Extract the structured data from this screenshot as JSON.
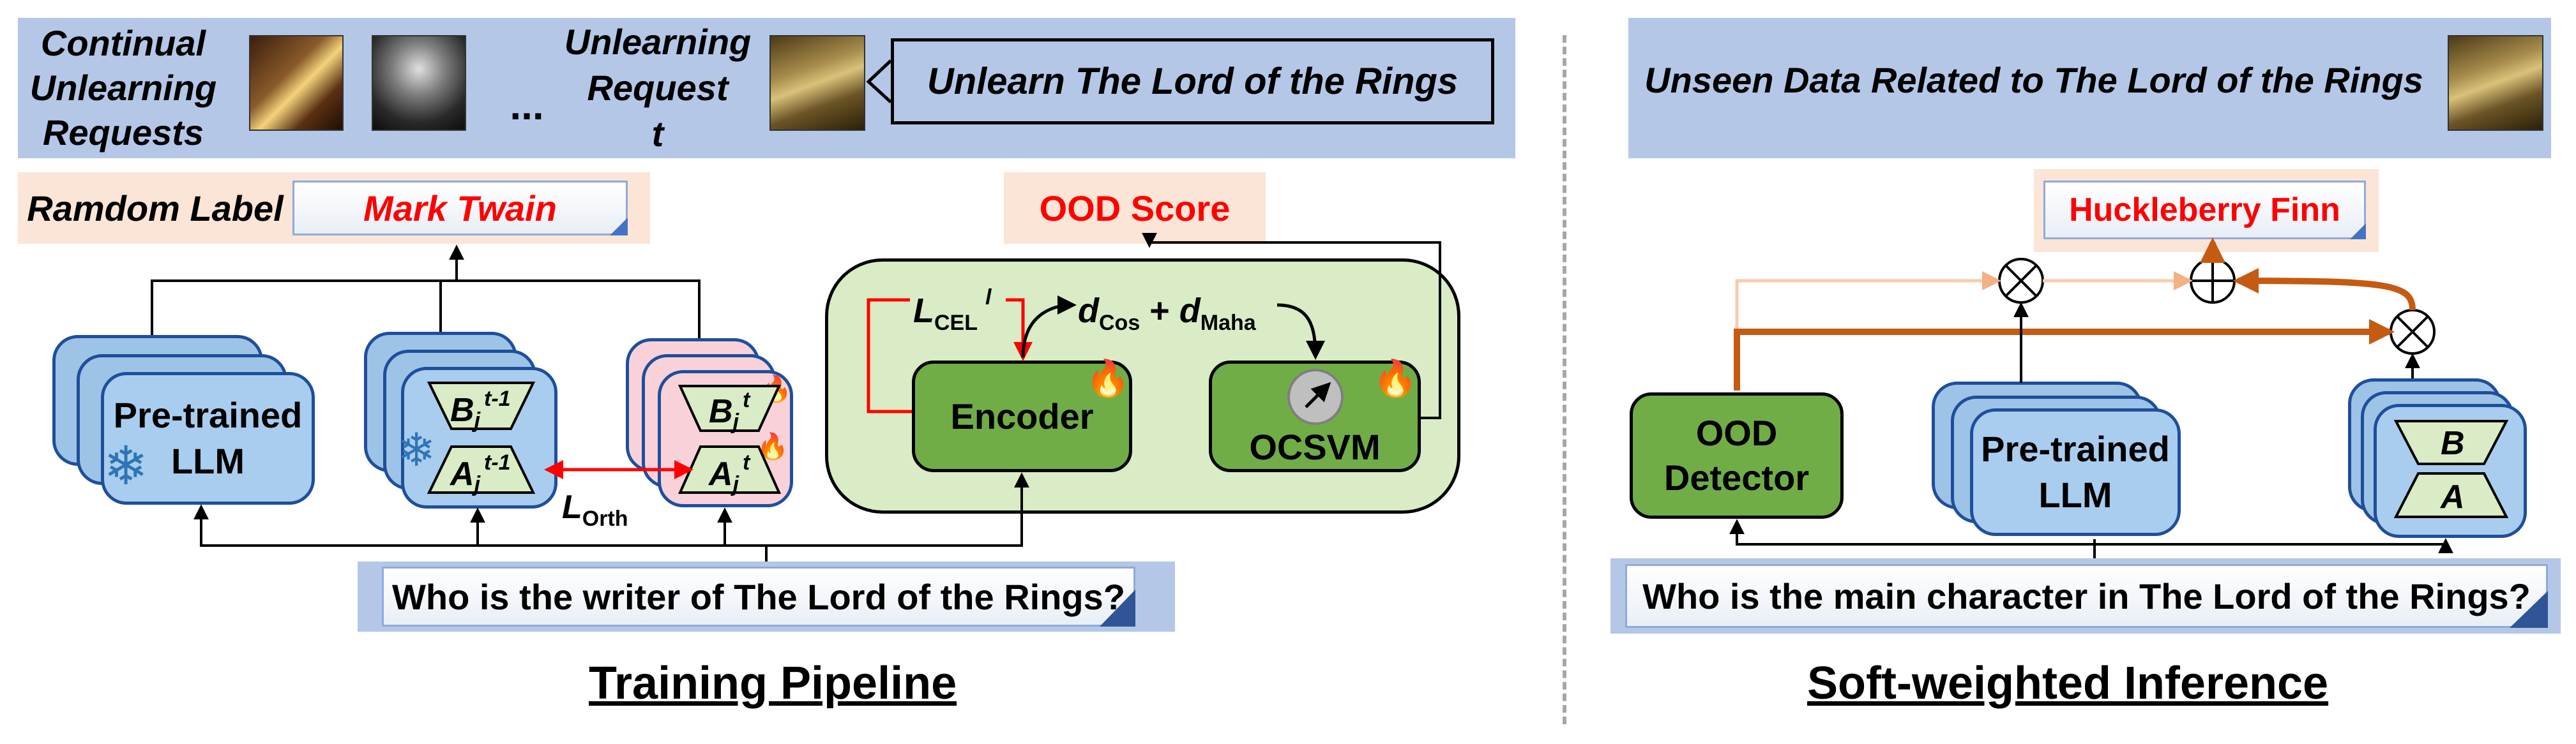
{
  "left": {
    "top_band": {
      "continual_requests": [
        "Continual",
        "Unlearning",
        "Requests"
      ],
      "ellipsis": "...",
      "request_t": [
        "Unlearning",
        "Request",
        "t"
      ],
      "callout": "Unlearn The Lord of the Rings"
    },
    "random_label": {
      "caption": "Ramdom Label",
      "value": "Mark Twain"
    },
    "ood_score": "OOD Score",
    "pretrained": [
      "Pre-trained",
      "LLM"
    ],
    "old_adapter": {
      "b": "B",
      "b_sub": "j",
      "b_sup": "t-1",
      "a": "A",
      "a_sub": "j",
      "a_sup": "t-1"
    },
    "new_adapter": {
      "b": "B",
      "b_sub": "j",
      "b_sup": "t",
      "a": "A",
      "a_sub": "j",
      "a_sup": "t"
    },
    "l_orth": {
      "L": "L",
      "sub": "Orth"
    },
    "l_cel": {
      "L": "L",
      "sub": "CEL",
      "sup": "l"
    },
    "distance": {
      "d1": "d",
      "d1_sub": "Cos",
      "plus": " + ",
      "d2": "d",
      "d2_sub": "Maha"
    },
    "encoder": "Encoder",
    "ocsvm": "OCSVM",
    "query": "Who is the writer of The Lord of the Rings?",
    "section_title": "Training Pipeline"
  },
  "right": {
    "top_band": "Unseen Data Related to The Lord of the Rings",
    "output_label": "Huckleberry Finn",
    "ood_detector": [
      "OOD",
      "Detector"
    ],
    "pretrained": [
      "Pre-trained",
      "LLM"
    ],
    "adapter": {
      "b": "B",
      "a": "A"
    },
    "query": "Who is the main character in The Lord of the Rings?",
    "section_title": "Soft-weighted Inference"
  },
  "icons": {
    "snowflake": "❄",
    "flame": "🔥",
    "multiply": "⊗",
    "add": "⊕"
  },
  "colors": {
    "band_blue": "#b4c7e7",
    "peach": "#fbe5d6",
    "panel_green": "#d9ecc5",
    "box_green": "#70ad47",
    "box_blue": "#9dc3e6",
    "box_pink": "#f8d2d8",
    "accent_orange": "#c55a11",
    "label_red": "#ff0000"
  }
}
